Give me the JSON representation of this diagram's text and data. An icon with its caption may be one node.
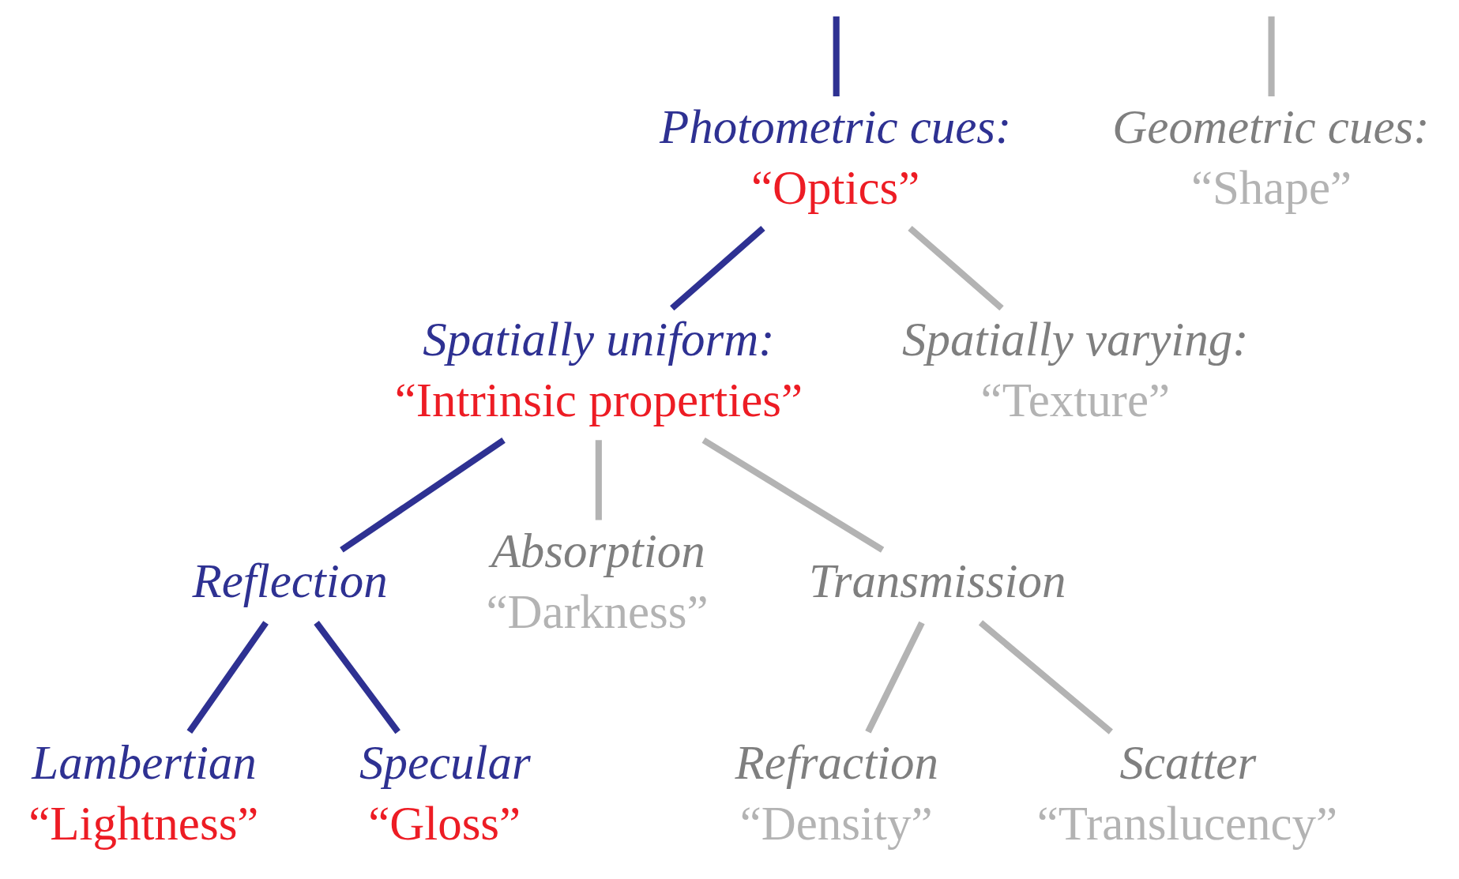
{
  "diagram": {
    "nodes": [
      {
        "text": [
          "Photometric cues:",
          "“Optics”"
        ]
      },
      {
        "text": [
          "Geometric cues:",
          "“Shape”"
        ]
      },
      {
        "text": [
          "Spatially uniform:",
          "“Intrinsic properties”"
        ]
      },
      {
        "text": [
          "Spatially varying:",
          "“Texture”"
        ]
      },
      {
        "text": [
          "Reflection"
        ]
      },
      {
        "text": [
          "Absorption",
          "“Darkness”"
        ]
      },
      {
        "text": [
          "Transmission"
        ]
      },
      {
        "text": [
          "Lambertian",
          "“Lightness”"
        ]
      },
      {
        "text": [
          "Specular",
          "“Gloss”"
        ]
      },
      {
        "text": [
          "Refraction",
          "“Density”"
        ]
      },
      {
        "text": [
          "Scatter",
          "“Translucency”"
        ]
      }
    ],
    "edges": [
      {
        "from": null,
        "to": 0,
        "arrow": "none",
        "color": "#2e3192"
      },
      {
        "from": null,
        "to": 1,
        "arrow": "none"
      },
      {
        "from": 0,
        "to": 2,
        "arrow": "none",
        "color": "#2e3192"
      },
      {
        "from": 0,
        "to": 3,
        "arrow": "none"
      },
      {
        "from": 2,
        "to": 4,
        "arrow": "none",
        "color": "#2e3192"
      },
      {
        "from": 2,
        "to": 5,
        "arrow": "none"
      },
      {
        "from": 2,
        "to": 6,
        "arrow": "none"
      },
      {
        "from": 4,
        "to": 7,
        "arrow": "none",
        "color": "#2e3192"
      },
      {
        "from": 4,
        "to": 8,
        "arrow": "none",
        "color": "#2e3192"
      },
      {
        "from": 6,
        "to": 9,
        "arrow": "none"
      },
      {
        "from": 6,
        "to": 10,
        "arrow": "none"
      }
    ]
  }
}
